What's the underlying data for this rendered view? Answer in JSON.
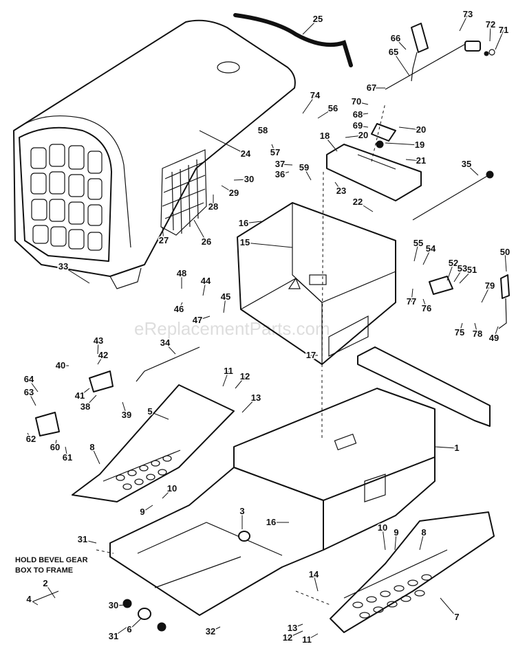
{
  "diagram": {
    "note_lines": [
      "HOLD BEVEL GEAR",
      "BOX TO FRAME"
    ],
    "watermark": "eReplacementParts.com",
    "callouts": [
      "1",
      "2",
      "3",
      "4",
      "5",
      "6",
      "7",
      "8",
      "8",
      "9",
      "9",
      "10",
      "10",
      "11",
      "11",
      "12",
      "12",
      "13",
      "13",
      "14",
      "15",
      "16",
      "16",
      "17",
      "18",
      "19",
      "20",
      "20",
      "21",
      "22",
      "23",
      "24",
      "25",
      "26",
      "27",
      "28",
      "29",
      "30",
      "30",
      "31",
      "31",
      "32",
      "33",
      "34",
      "35",
      "36",
      "37",
      "38",
      "39",
      "40",
      "41",
      "42",
      "43",
      "44",
      "45",
      "46",
      "47",
      "48",
      "49",
      "50",
      "51",
      "52",
      "53",
      "54",
      "55",
      "56",
      "57",
      "58",
      "59",
      "60",
      "61",
      "62",
      "63",
      "64",
      "65",
      "66",
      "67",
      "68",
      "69",
      "70",
      "71",
      "72",
      "73",
      "74",
      "75",
      "76",
      "77",
      "78",
      "79"
    ]
  }
}
